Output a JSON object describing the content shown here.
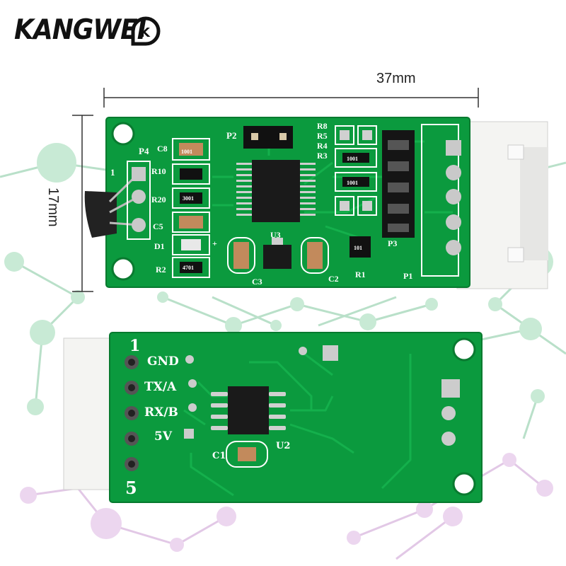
{
  "brand": {
    "name": "KANGWEI",
    "logo_mark": "K"
  },
  "dimensions": {
    "width": "37mm",
    "height": "17mm"
  },
  "front_board": {
    "labels": {
      "p4": "P4",
      "c8": "C8",
      "p2": "P2",
      "one": "1",
      "r10": "R10",
      "r20": "R20",
      "c5": "C5",
      "d1": "D1",
      "r2": "R2",
      "u3": "U3",
      "c3": "C3",
      "c2": "C2",
      "r1": "R1",
      "p1": "P1",
      "p3": "P3",
      "r8": "R8",
      "r5": "R5",
      "r4": "R4",
      "r3": "R3",
      "res_1001a": "1001",
      "res_3001": "3001",
      "res_1001b": "1001",
      "res_1001c": "1001",
      "res_101": "101",
      "res_4701": "4701",
      "plus": "+"
    }
  },
  "back_board": {
    "pins": [
      "GND",
      "TX/A",
      "RX/B",
      "5V"
    ],
    "pin_first": "1",
    "pin_last": "5",
    "c1": "C1",
    "u2": "U2"
  },
  "colors": {
    "pcb": "#0b9a3e",
    "pcb_dark": "#077a2f",
    "silk": "#ffffff"
  }
}
